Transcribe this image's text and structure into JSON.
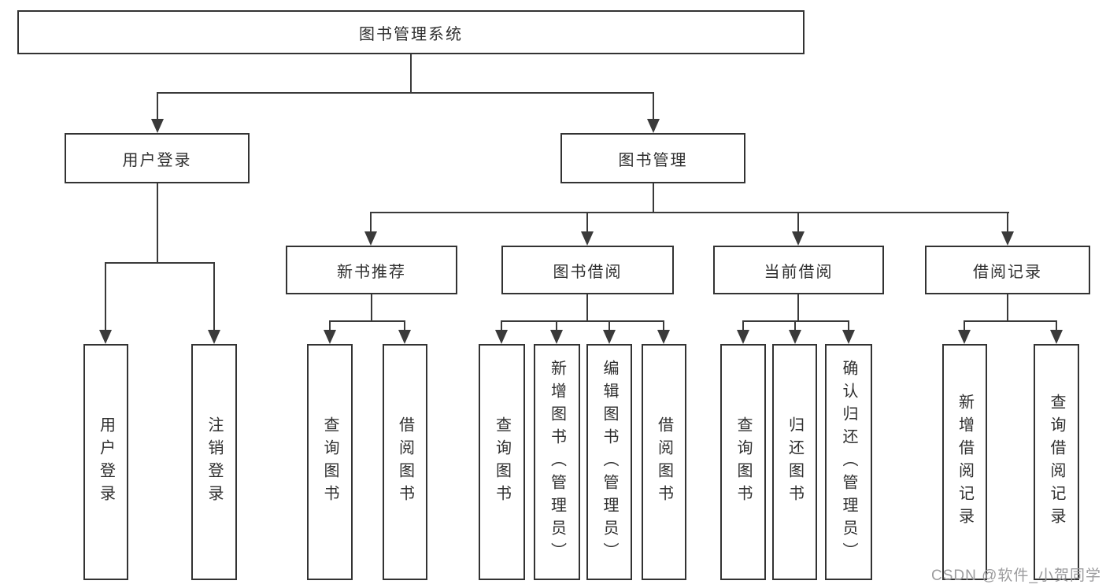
{
  "diagram": {
    "root": {
      "label": "图书管理系统"
    },
    "branches": {
      "user_login": {
        "label": "用户登录",
        "children": [
          {
            "label": "用户登录"
          },
          {
            "label": "注销登录"
          }
        ]
      },
      "book_management": {
        "label": "图书管理"
      }
    },
    "sections": [
      {
        "label": "新书推荐",
        "children": [
          {
            "label": "查询图书"
          },
          {
            "label": "借阅图书"
          }
        ]
      },
      {
        "label": "图书借阅",
        "children": [
          {
            "label": "查询图书"
          },
          {
            "label": "新增图书（管理员）"
          },
          {
            "label": "编辑图书（管理员）"
          },
          {
            "label": "借阅图书"
          }
        ]
      },
      {
        "label": "当前借阅",
        "children": [
          {
            "label": "查询图书"
          },
          {
            "label": "归还图书"
          },
          {
            "label": "确认归还（管理员）"
          }
        ]
      },
      {
        "label": "借阅记录",
        "children": [
          {
            "label": "新增借阅记录"
          },
          {
            "label": "查询借阅记录"
          }
        ]
      }
    ],
    "watermark": "CSDN @软件_小贺同学",
    "colors": {
      "line": "#3a3a3a",
      "border": "#333333",
      "text": "#2f2f2f",
      "watermark": "#9b9b9d",
      "background": "#ffffff"
    }
  }
}
